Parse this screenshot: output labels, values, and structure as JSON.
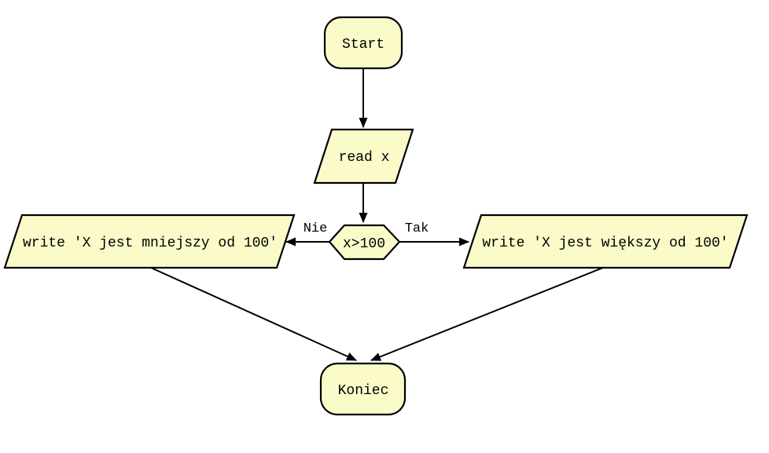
{
  "diagram": {
    "kind": "flowchart",
    "colors": {
      "node_fill": "#FBFBC9",
      "node_stroke": "#000000",
      "edge_color": "#000000",
      "background": "#FFFFFF"
    },
    "nodes": [
      {
        "id": "start",
        "type": "terminator",
        "label": "Start"
      },
      {
        "id": "read-x",
        "type": "io-parallelogram",
        "label": "read x"
      },
      {
        "id": "decision",
        "type": "decision-hexagon",
        "label": "x>100"
      },
      {
        "id": "write-less",
        "type": "io-parallelogram",
        "label": "write 'X jest mniejszy od 100'"
      },
      {
        "id": "write-greater",
        "type": "io-parallelogram",
        "label": "write 'X jest większy od 100'"
      },
      {
        "id": "end",
        "type": "terminator",
        "label": "Koniec"
      }
    ],
    "edges": [
      {
        "from": "start",
        "to": "read-x",
        "label": ""
      },
      {
        "from": "read-x",
        "to": "decision",
        "label": ""
      },
      {
        "from": "decision",
        "to": "write-less",
        "label": "Nie"
      },
      {
        "from": "decision",
        "to": "write-greater",
        "label": "Tak"
      },
      {
        "from": "write-less",
        "to": "end",
        "label": ""
      },
      {
        "from": "write-greater",
        "to": "end",
        "label": ""
      }
    ]
  }
}
